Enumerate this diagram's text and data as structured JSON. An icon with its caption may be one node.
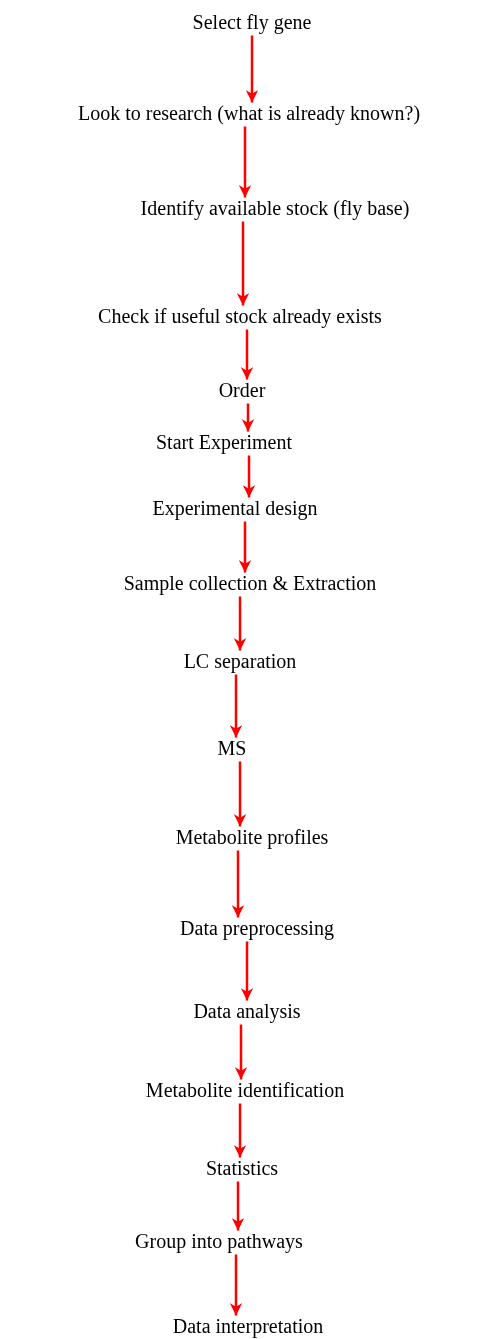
{
  "diagram": {
    "nodes": [
      {
        "text": [
          "Select fly gene"
        ]
      },
      {
        "text": [
          "Look to research (what is already known?)"
        ]
      },
      {
        "text": [
          "Identify available stock (fly base)"
        ]
      },
      {
        "text": [
          "Check if useful stock already exists"
        ]
      },
      {
        "text": [
          "Order"
        ]
      },
      {
        "text": [
          "Start Experiment"
        ]
      },
      {
        "text": [
          "Experimental design"
        ]
      },
      {
        "text": [
          "Sample collection & Extraction"
        ]
      },
      {
        "text": [
          "LC separation"
        ]
      },
      {
        "text": [
          "MS"
        ]
      },
      {
        "text": [
          "Metabolite profiles"
        ]
      },
      {
        "text": [
          "Data preprocessing"
        ]
      },
      {
        "text": [
          "Data analysis"
        ]
      },
      {
        "text": [
          "Metabolite identification"
        ]
      },
      {
        "text": [
          "Statistics"
        ]
      },
      {
        "text": [
          "Group into pathways"
        ]
      },
      {
        "text": [
          "Data interpretation"
        ]
      }
    ],
    "edges": [
      {
        "from": 0,
        "to": 1,
        "arrow": "to",
        "color": "#ff0000"
      },
      {
        "from": 1,
        "to": 2,
        "arrow": "to",
        "color": "#ff0000"
      },
      {
        "from": 2,
        "to": 3,
        "arrow": "to",
        "color": "#ff0000"
      },
      {
        "from": 3,
        "to": 4,
        "arrow": "to",
        "color": "#ff0000"
      },
      {
        "from": 4,
        "to": 5,
        "arrow": "to",
        "color": "#ff0000"
      },
      {
        "from": 5,
        "to": 6,
        "arrow": "to",
        "color": "#ff0000"
      },
      {
        "from": 6,
        "to": 7,
        "arrow": "to",
        "color": "#ff0000"
      },
      {
        "from": 7,
        "to": 8,
        "arrow": "to",
        "color": "#ff0000"
      },
      {
        "from": 8,
        "to": 9,
        "arrow": "to",
        "color": "#ff0000"
      },
      {
        "from": 9,
        "to": 10,
        "arrow": "to",
        "color": "#ff0000"
      },
      {
        "from": 10,
        "to": 11,
        "arrow": "to",
        "color": "#ff0000"
      },
      {
        "from": 11,
        "to": 12,
        "arrow": "to",
        "color": "#ff0000"
      },
      {
        "from": 12,
        "to": 13,
        "arrow": "to",
        "color": "#ff0000"
      },
      {
        "from": 13,
        "to": 14,
        "arrow": "to",
        "color": "#ff0000"
      },
      {
        "from": 14,
        "to": 15,
        "arrow": "to",
        "color": "#ff0000"
      },
      {
        "from": 15,
        "to": 16,
        "arrow": "to",
        "color": "#ff0000"
      }
    ]
  }
}
